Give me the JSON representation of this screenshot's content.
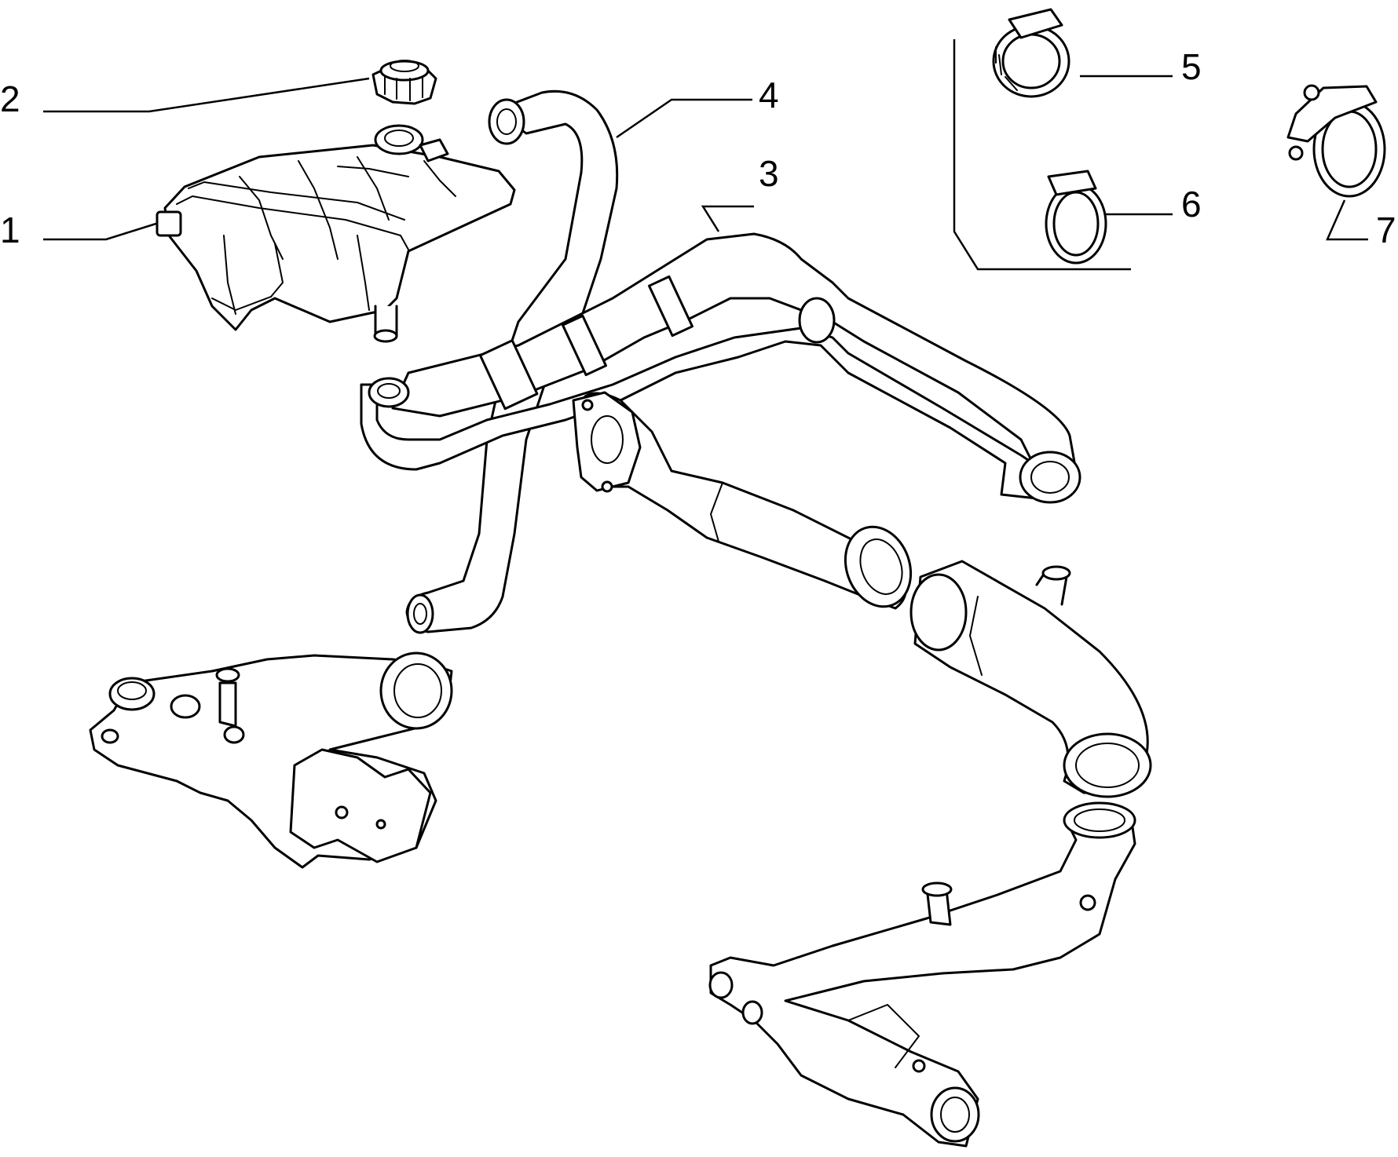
{
  "diagram": {
    "callouts": [
      {
        "id": "1",
        "label": "1"
      },
      {
        "id": "2",
        "label": "2"
      },
      {
        "id": "3",
        "label": "3"
      },
      {
        "id": "4",
        "label": "4"
      },
      {
        "id": "5",
        "label": "5"
      },
      {
        "id": "6",
        "label": "6"
      },
      {
        "id": "7",
        "label": "7"
      }
    ],
    "colors": {
      "ink": "#000000",
      "paper": "#ffffff"
    }
  }
}
